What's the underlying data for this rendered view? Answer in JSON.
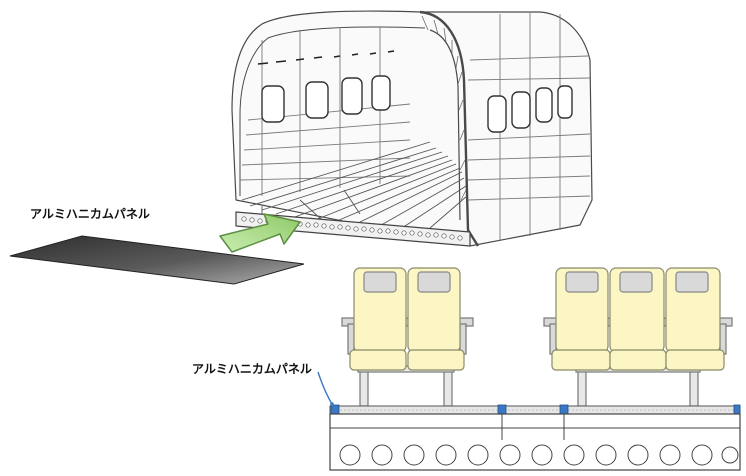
{
  "labels": {
    "panel_upper": "アルミハニカムパネル",
    "panel_lower": "アルミハニカムパネル"
  },
  "colors": {
    "panel_dark": "#3a3a3a",
    "panel_light": "#9a9a9a",
    "arrow_fill": "#a9d98a",
    "arrow_stroke": "#5d8f40",
    "seat_fill": "#fbf6c3",
    "seat_stroke": "#8a8a6a",
    "headrest_fill": "#d9d9d9",
    "connector_blue": "#3b78c4",
    "leader_blue": "#3b78c4"
  },
  "seats": {
    "left_group_count": 2,
    "right_group_count": 3
  }
}
